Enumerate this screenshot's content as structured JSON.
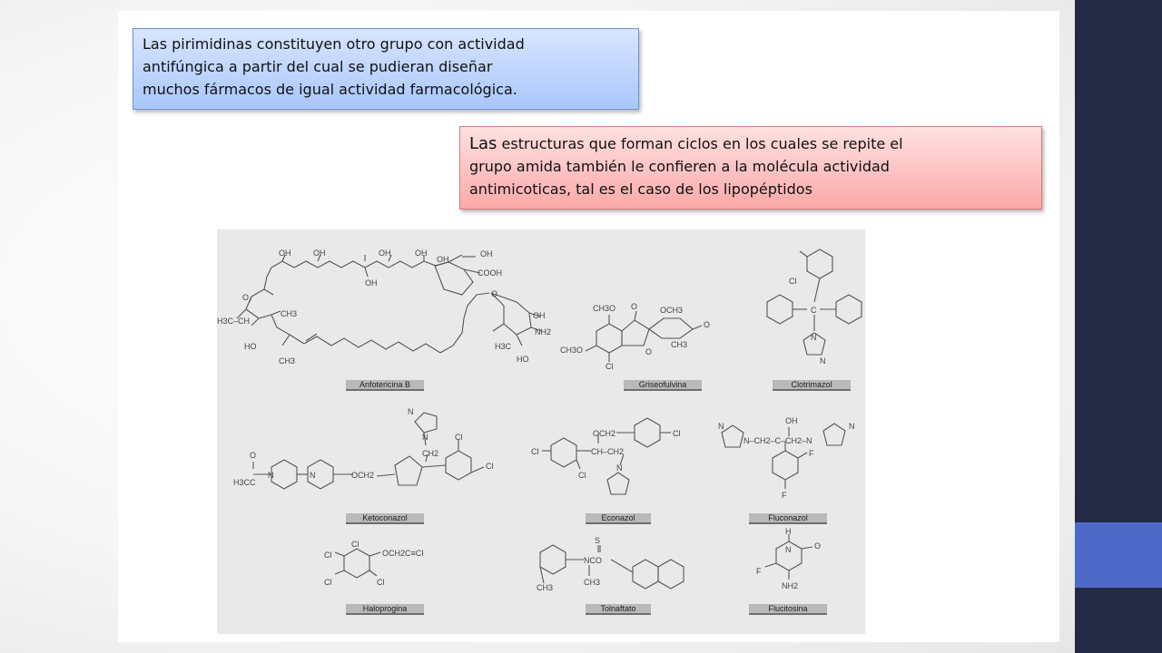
{
  "callouts": {
    "pirimidinas": {
      "line1": "Las pirimidinas constituyen otro grupo con actividad",
      "line2": "antifúngica a partir del cual se pudieran diseñar",
      "line3": "muchos fármacos de igual actividad farmacológica."
    },
    "lipopeptidos": {
      "lead": "Las",
      "line1_rest": " estructuras que forman ciclos en los cuales se repite el",
      "line2": "grupo amida también le confieren a la molécula actividad",
      "line3": "antimicoticas, tal es el caso de los lipopéptidos"
    }
  },
  "figure": {
    "compounds": [
      {
        "key": "anfotericina",
        "name": "Anfotericina B"
      },
      {
        "key": "griseofulvina",
        "name": "Griseofulvina"
      },
      {
        "key": "clotrimazol",
        "name": "Clotrimazol"
      },
      {
        "key": "ketoconazol",
        "name": "Ketoconazol"
      },
      {
        "key": "econazol",
        "name": "Econazol"
      },
      {
        "key": "fluconazol",
        "name": "Fluconazol"
      },
      {
        "key": "haloprogina",
        "name": "Haloprogina"
      },
      {
        "key": "tolnaftato",
        "name": "Tolnaftato"
      },
      {
        "key": "flucitosina",
        "name": "Flucitosina"
      }
    ],
    "atoms": {
      "oh": "OH",
      "o": "O",
      "cooh": "COOH",
      "h3c_ch": "H3C–CH",
      "ch3": "CH3",
      "ho": "HO",
      "nh2": "NH2",
      "h3c": "H3C",
      "ch3o": "CH3O",
      "och3": "OCH3",
      "cl": "Cl",
      "c": "C",
      "n": "N",
      "ch2": "CH2",
      "h3cc": "H3CC",
      "och2": "OCH2",
      "ch": "CH",
      "ch_ch2": "CH–CH2",
      "ch_c_ch2": "N–CH2–C–CH2–N",
      "f": "F",
      "och2cc_cl": "OCH2C≡CI",
      "s": "S",
      "nco": "NCO",
      "h": "H"
    }
  },
  "colors": {
    "sidebar": "#242944",
    "sidebar_accent": "#4e69c8",
    "callout_blue": "#a9c6fb",
    "callout_red": "#fba9a9",
    "figure_bg": "#e9e9e9"
  }
}
